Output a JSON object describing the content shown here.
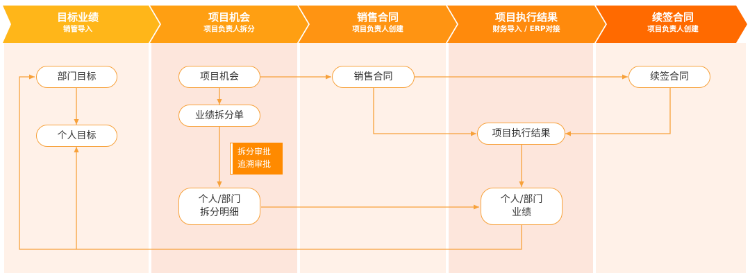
{
  "colors": {
    "column_bg_light": "#fff1e8",
    "column_bg_dark": "#fde6dc",
    "stage_1": "#ffb619",
    "stage_2": "#ff9f12",
    "stage_3": "#ff9412",
    "stage_4": "#ff8a0c",
    "stage_5": "#ff6a00",
    "connector": "#f7a13a",
    "node_border": "#f7a13a",
    "tag_bg": "#ff8a00"
  },
  "stages": [
    {
      "title": "目标业绩",
      "subtitle": "销管导入"
    },
    {
      "title": "项目机会",
      "subtitle": "项目负责人拆分"
    },
    {
      "title": "销售合同",
      "subtitle": "项目负责人创建"
    },
    {
      "title": "项目执行结果",
      "subtitle": "财务导入 / ERP对接"
    },
    {
      "title": "续签合同",
      "subtitle": "项目负责人创建"
    }
  ],
  "nodes": {
    "dept_goal": "部门目标",
    "personal_goal": "个人目标",
    "project_opportunity": "项目机会",
    "performance_split": "业绩拆分单",
    "split_detail_line1": "个人/部门",
    "split_detail_line2": "拆分明细",
    "sales_contract": "销售合同",
    "execution_result": "项目执行结果",
    "performance_line1": "个人/部门",
    "performance_line2": "业绩",
    "renewal_contract": "续签合同"
  },
  "approval_tag": {
    "line1": "拆分审批",
    "line2": "追溯审批"
  }
}
